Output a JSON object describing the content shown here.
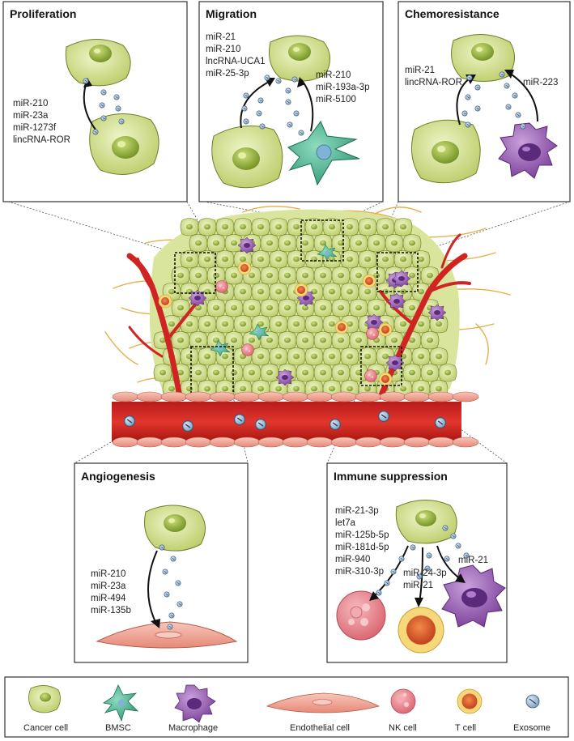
{
  "panels": {
    "proliferation": {
      "title": "Proliferation",
      "mirnas": [
        "miR-210",
        "miR-23a",
        "miR-1273f",
        "lincRNA-ROR"
      ]
    },
    "migration": {
      "title": "Migration",
      "left_mirnas": [
        "miR-21",
        "miR-210",
        "lncRNA-UCA1",
        "miR-25-3p"
      ],
      "right_mirnas": [
        "miR-210",
        "miR-193a-3p",
        "miR-5100"
      ]
    },
    "chemoresistance": {
      "title": "Chemoresistance",
      "left_mirnas": [
        "miR-21",
        "lincRNA-ROR"
      ],
      "right_mirnas": [
        "miR-223"
      ]
    },
    "angiogenesis": {
      "title": "Angiogenesis",
      "mirnas": [
        "miR-210",
        "miR-23a",
        "miR-494",
        "miR-135b"
      ]
    },
    "immune": {
      "title": "Immune suppression",
      "nk_mirnas": [
        "miR-21-3p",
        "let7a",
        "miR-125b-5p",
        "miR-181d-5p",
        "miR-940",
        "miR-310-3p"
      ],
      "t_mirnas": [
        "miR-24-3p",
        "miR-21"
      ],
      "mac_mirnas": [
        "miR-21"
      ]
    }
  },
  "legend": [
    {
      "key": "cancer",
      "label": "Cancer cell"
    },
    {
      "key": "bmsc",
      "label": "BMSC"
    },
    {
      "key": "macrophage",
      "label": "Macrophage"
    },
    {
      "key": "endothelial",
      "label": "Endothelial cell"
    },
    {
      "key": "nk",
      "label": "NK cell"
    },
    {
      "key": "tcell",
      "label": "T cell"
    },
    {
      "key": "exosome",
      "label": "Exosome"
    }
  ],
  "colors": {
    "cancer_fill": "#cfdc8e",
    "cancer_nucleus": "#8fae3a",
    "bmsc": "#3fae8c",
    "macrophage": "#8e5aa8",
    "endothelial": "#f1a99b",
    "nk": "#e07a82",
    "tcell_outer": "#f6d77a",
    "tcell_inner": "#d9542c",
    "exosome": "#8fb0cf",
    "vessel": "#d42a26",
    "fiber": "#e3b04b"
  }
}
